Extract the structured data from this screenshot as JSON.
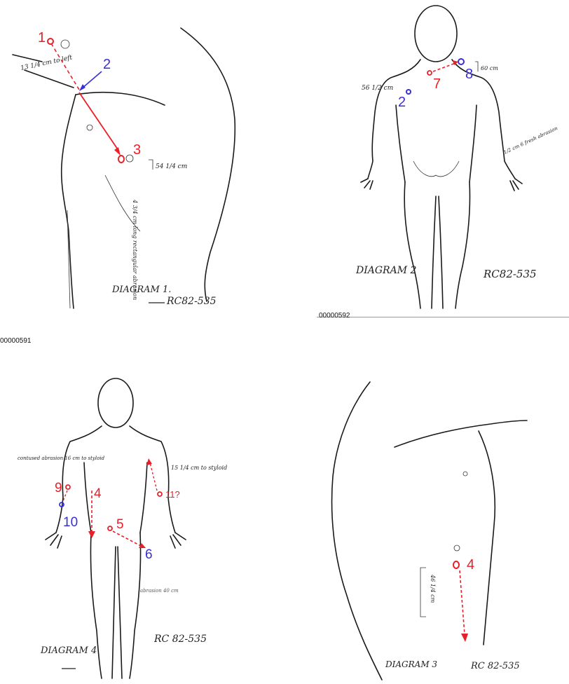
{
  "colors": {
    "red": "#e8202a",
    "blue": "#3a2fd6",
    "ink": "#1a1a1a"
  },
  "diagram1": {
    "title": "DIAGRAM 1.",
    "case": "RC82-535",
    "doc_id": "00000591",
    "markers": {
      "m1": "1",
      "m2": "2",
      "m3": "3"
    },
    "note_top": "13 1/4 cm to left",
    "note_right": "54 1/4 cm",
    "note_vertical": "4 3/4 cm long rectangular abrasion"
  },
  "diagram2": {
    "title": "DIAGRAM 2",
    "case": "RC82-535",
    "doc_id": "00000592",
    "markers": {
      "m2": "2",
      "m7": "7",
      "m8": "8"
    },
    "note_left": "56 1/2 cm",
    "note_right": "60 cm",
    "note_arm": "1/2 cm 6 fresh abrasion"
  },
  "diagram4": {
    "title": "DIAGRAM 4",
    "case": "RC 82-535",
    "markers": {
      "m4": "4",
      "m5": "5",
      "m6": "6",
      "m9": "9",
      "m10": "10",
      "m11": "11?"
    },
    "note_left": "contused abrasion 16 cm to styloid",
    "note_right": "15 1/4 cm to styloid",
    "note_leg": "abrasion 40 cm"
  },
  "diagram3": {
    "title": "DIAGRAM 3",
    "case": "RC 82-535",
    "markers": {
      "m4": "4"
    },
    "note_vertical": "46 1/4 cm"
  }
}
